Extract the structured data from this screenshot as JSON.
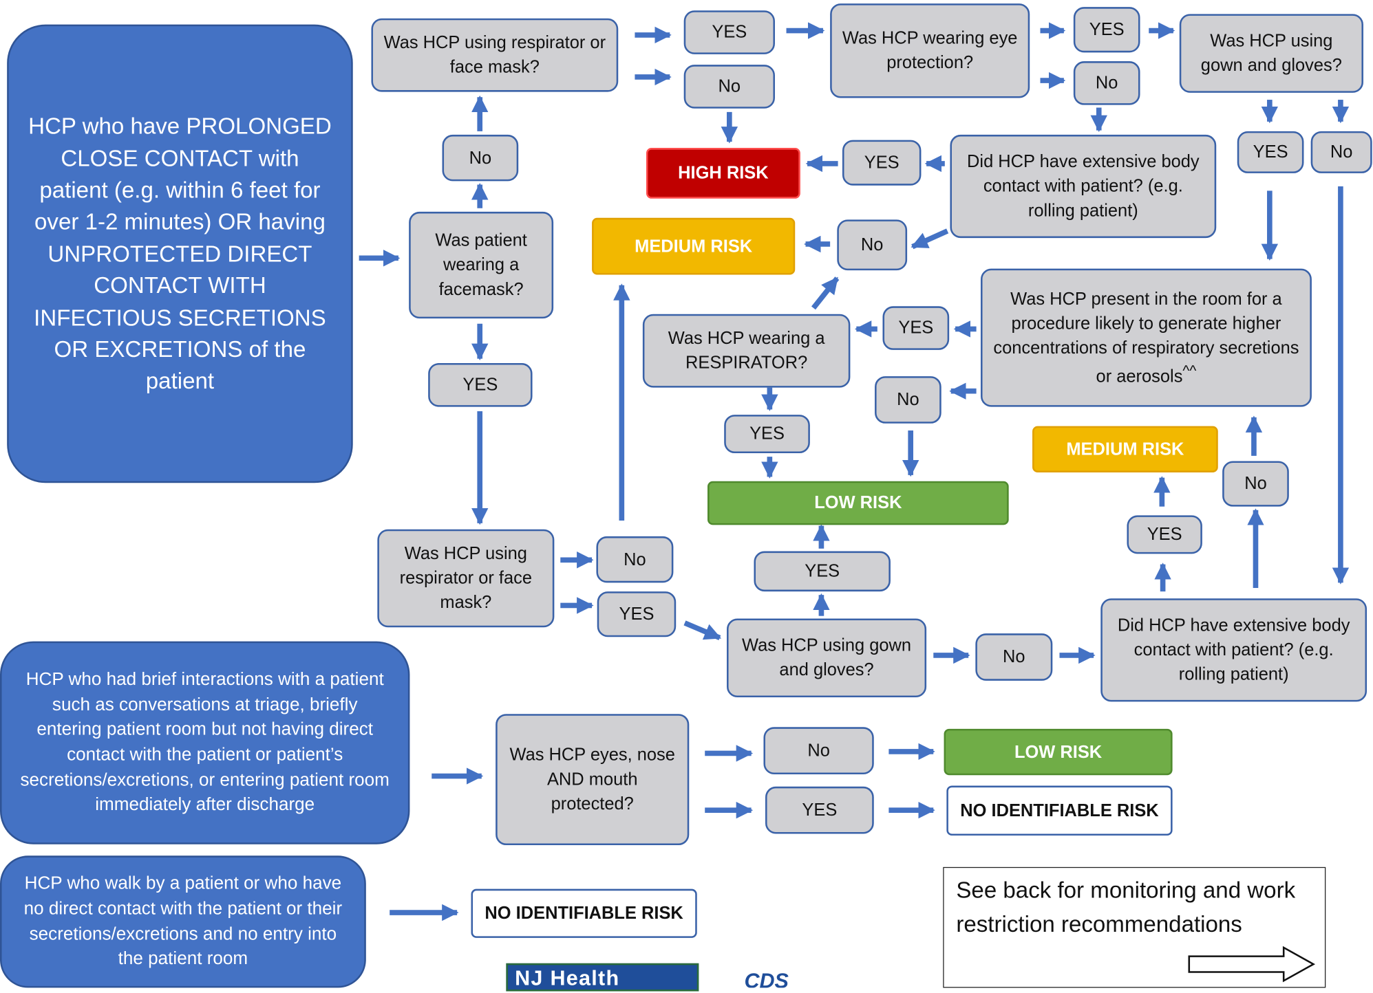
{
  "entry_boxes": {
    "prolonged": "HCP who have PROLONGED CLOSE CONTACT with patient (e.g. within 6 feet for over 1-2 minutes) OR having UNPROTECTED DIRECT CONTACT WITH INFECTIOUS SECRETIONS OR EXCRETIONS of the patient",
    "brief": "HCP who had brief interactions with a patient such as conversations at triage, briefly entering patient room but not having direct contact with the patient or patient’s secretions/excretions, or entering patient room immediately after discharge",
    "walkby": "HCP who walk by a patient or who have no direct contact with the patient or their secretions/excretions and no entry into the patient room"
  },
  "questions": {
    "patient_facemask": "Was patient wearing a facemask?",
    "resp_mask_top": "Was HCP using respirator or face mask?",
    "eye_protection": "Was HCP wearing eye protection?",
    "gown_gloves_top": "Was HCP using gown and gloves?",
    "body_contact_top": "Did HCP have extensive body contact with patient? (e.g. rolling patient)",
    "aerosol_procedure": "Was HCP present in the room for a procedure likely to generate higher concentrations of respiratory secretions or aerosols",
    "aerosol_marker": "^^",
    "respirator": "Was HCP wearing a RESPIRATOR?",
    "resp_mask_bottom": "Was HCP using respirator or face mask?",
    "gown_gloves_bottom": "Was HCP using gown and gloves?",
    "body_contact_bottom": "Did HCP have extensive body contact with patient? (e.g. rolling patient)",
    "eyes_nose_mouth": "Was HCP eyes, nose AND mouth protected?"
  },
  "answers": {
    "yes": "YES",
    "no": "No"
  },
  "outcomes": {
    "high": "HIGH RISK",
    "medium": "MEDIUM RISK",
    "low": "LOW RISK",
    "none": "NO IDENTIFIABLE RISK"
  },
  "note": {
    "text": "See back for monitoring and work restriction recommendations",
    "icon": "right-arrow-outline-icon"
  },
  "logos": {
    "health_logo_text": "NJ Health",
    "cdc_logo_text": "CDS"
  },
  "colors": {
    "entry_blue": "#4472c4",
    "connector_blue": "#4472c4",
    "question_gray": "#d0d0d3",
    "high_red": "#c00000",
    "medium_amber": "#f2b800",
    "low_green": "#70ad47"
  }
}
